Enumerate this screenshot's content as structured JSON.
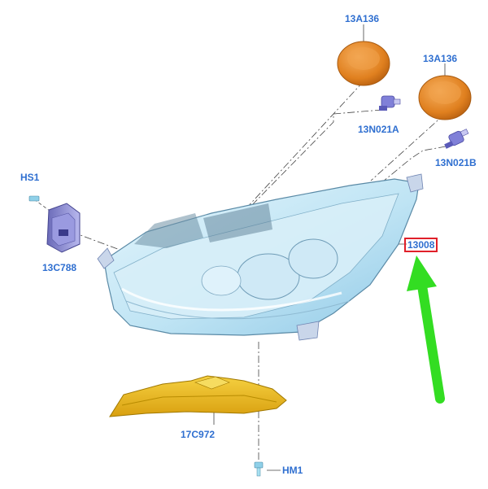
{
  "labels": {
    "cap_top": "13A136",
    "cap_right": "13A136",
    "bulb_a": "13N021A",
    "bulb_b": "13N021B",
    "screw_top": "HS1",
    "module": "13C788",
    "headlamp": "13008",
    "bracket": "17C972",
    "screw_bottom": "HM1"
  },
  "colors": {
    "label": "#2f6fd0",
    "highlight_box": "#e0202a",
    "arrow": "#33dd22",
    "lamp_lens": "#bfe4f4",
    "cap": "#e8892b",
    "bracket": "#e8b81a",
    "part_purple": "#7f7fd8"
  },
  "highlight": {
    "part": "13008",
    "indicator": "green-arrow"
  }
}
